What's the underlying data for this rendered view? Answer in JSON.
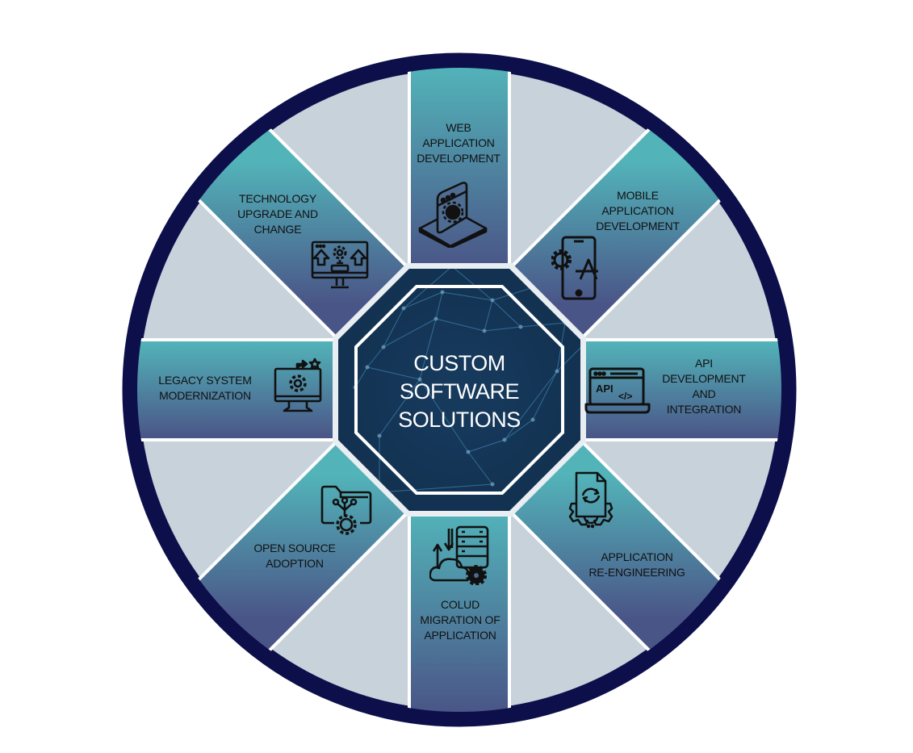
{
  "title": [
    "CUSTOM",
    "SOFTWARE",
    "SOLUTIONS"
  ],
  "colors": {
    "ring": "#0c0f4a",
    "background_disc": "#c8d2db",
    "spoke_top": "#52b3b9",
    "spoke_bottom": "#4a5587",
    "center": "#163757",
    "separator": "#ffffff",
    "network_lines": "#3f86b0"
  },
  "segments": [
    {
      "id": "web-app",
      "lines": [
        "WEB",
        "APPLICATION",
        "DEVELOPMENT"
      ],
      "icon": "web-window-gear-icon"
    },
    {
      "id": "mobile-app",
      "lines": [
        "MOBILE",
        "APPLICATION",
        "DEVELOPMENT"
      ],
      "icon": "mobile-app-gear-icon"
    },
    {
      "id": "api",
      "lines": [
        "API",
        "DEVELOPMENT",
        "AND",
        "INTEGRATION"
      ],
      "icon": "api-laptop-icon"
    },
    {
      "id": "re-engineering",
      "lines": [
        "APPLICATION",
        "RE-ENGINEERING"
      ],
      "icon": "document-sync-gear-icon"
    },
    {
      "id": "cloud-migration",
      "lines": [
        "COLUD",
        "MIGRATION OF",
        "APPLICATION"
      ],
      "icon": "cloud-server-migration-icon"
    },
    {
      "id": "open-source",
      "lines": [
        "OPEN SOURCE",
        "ADOPTION"
      ],
      "icon": "folder-gear-network-icon"
    },
    {
      "id": "legacy",
      "lines": [
        "LEGACY SYSTEM",
        "MODERNIZATION"
      ],
      "icon": "monitor-gear-upgrade-icon"
    },
    {
      "id": "tech-upgrade",
      "lines": [
        "TECHNOLOGY",
        "UPGRADE AND",
        "CHANGE"
      ],
      "icon": "monitor-upgrade-arrows-icon"
    }
  ]
}
